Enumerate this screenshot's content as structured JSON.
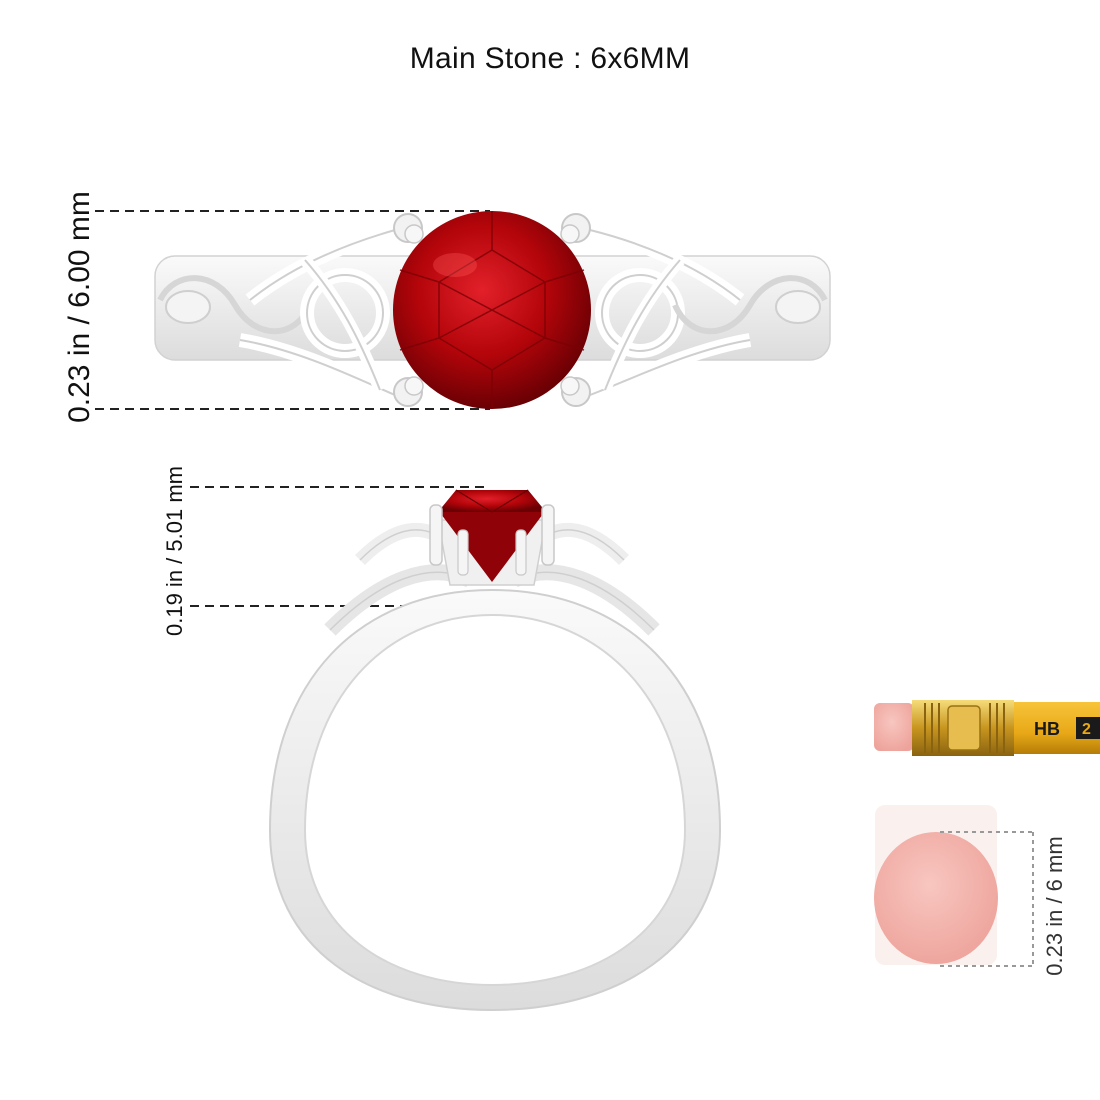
{
  "header": {
    "title": "Main Stone : 6x6MM"
  },
  "dimensions": {
    "top_view": "0.23 in / 6.00 mm",
    "side_view": "0.19 in / 5.01 mm",
    "eraser": "0.23 in / 6 mm"
  },
  "pencil": {
    "grade": "HB",
    "number": "2"
  },
  "colors": {
    "stone": "#b3050a",
    "metal": "#ececec",
    "eraser": "#f2b3ad",
    "ferrule": "#d4a52c",
    "pencil_body": "#e8a817"
  }
}
